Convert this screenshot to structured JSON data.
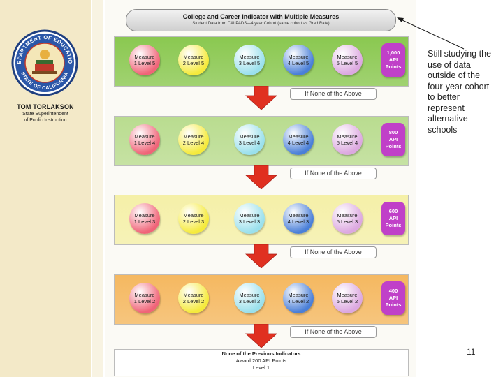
{
  "sidebar": {
    "seal_top_text": "DEPARTMENT OF EDUCATION",
    "seal_bottom_text": "STATE OF CALIFORNIA",
    "name": "TOM TORLAKSON",
    "title_line1": "State Superintendent",
    "title_line2": "of Public Instruction"
  },
  "diagram": {
    "title": "College and Career Indicator with Multiple Measures",
    "subtitle": "Student Data from CALPADS—4 year Cohort (same cohort as Grad Rate)",
    "levels": [
      {
        "color": "#8ac850",
        "measures": [
          "Measure 1 Level 5",
          "Measure 2 Level 5",
          "Measure 3 Level 5",
          "Measure 4 Level 5",
          "Measure 5 Level 5"
        ],
        "points": [
          "1,000",
          "API",
          "Points"
        ]
      },
      {
        "color": "#b9dc8f",
        "measures": [
          "Measure 1 Level 4",
          "Measure 2 Level 4",
          "Measure 3 Level 4",
          "Measure 4 Level 4",
          "Measure 5 Level 4"
        ],
        "points": [
          "800",
          "API",
          "Points"
        ]
      },
      {
        "color": "#f5f0a8",
        "measures": [
          "Measure 1 Level 3",
          "Measure 2 Level 3",
          "Measure 3 Level 3",
          "Measure 4 Level 3",
          "Measure 5 Level 3"
        ],
        "points": [
          "600",
          "API",
          "Points"
        ]
      },
      {
        "color": "#f5b860",
        "measures": [
          "Measure 1 Level 2",
          "Measure 2 Level 2",
          "Measure 3 Level 2",
          "Measure 4 Level 2",
          "Measure 5 Level 2"
        ],
        "points": [
          "400",
          "API",
          "Points"
        ]
      }
    ],
    "circle_colors": [
      "#f06478",
      "#f5ea3c",
      "#9ae0ec",
      "#4a7fd8",
      "#dca8e0"
    ],
    "arrow_color": "#e03020",
    "none_label": "If None of the Above",
    "final_line1": "None of the Previous Indicators",
    "final_line2": "Award 200 API Points",
    "final_line3": "Level 1"
  },
  "note": "Still studying the use of data outside of the four-year cohort to better represent alternative schools",
  "page_number": "11"
}
